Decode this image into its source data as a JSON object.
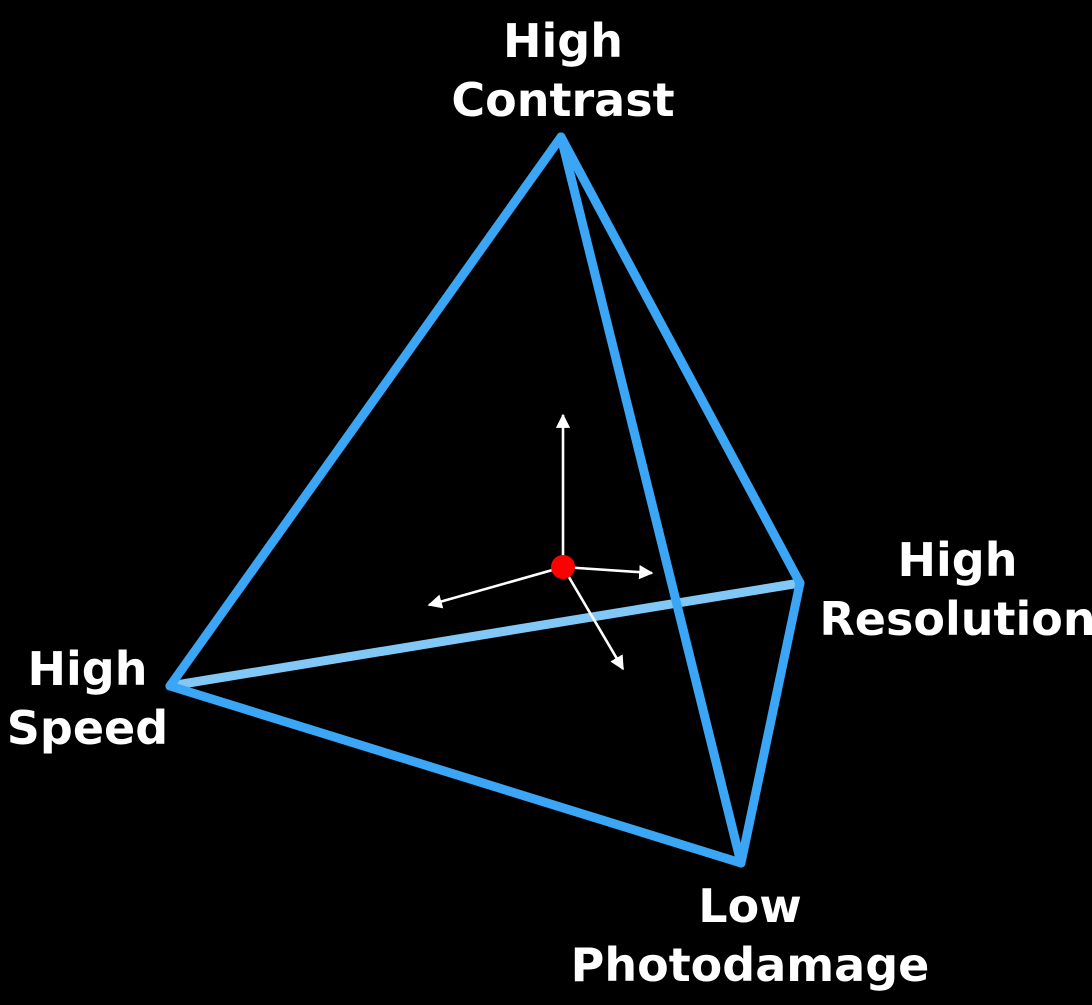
{
  "colors": {
    "background": "#000000",
    "edge_front": "#3aa6f5",
    "edge_back": "#82c8f7",
    "arrow": "#ffffff",
    "center_point": "#ff0000",
    "label_text": "#ffffff"
  },
  "vertices": {
    "contrast": {
      "line1": "High",
      "line2": "Contrast"
    },
    "resolution": {
      "line1": "High",
      "line2": "Resolution"
    },
    "speed": {
      "line1": "High",
      "line2": "Speed"
    },
    "photodamage": {
      "line1": "Low",
      "line2": "Photodamage"
    }
  }
}
